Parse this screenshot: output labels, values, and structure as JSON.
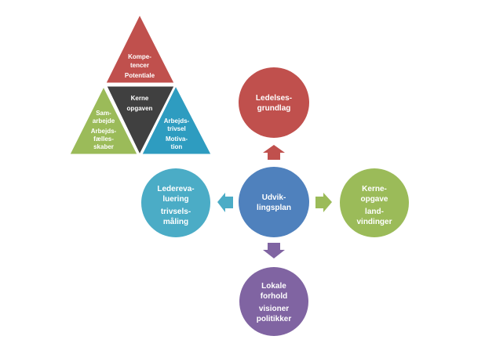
{
  "colors": {
    "red": "#c0504d",
    "dark": "#404040",
    "green": "#9bbb59",
    "blue": "#2e9cc0",
    "center_blue": "#4f81bd",
    "teal": "#4bacc6",
    "purple": "#8064a2",
    "text": "#ffffff"
  },
  "pyramid": {
    "top": {
      "lines": [
        "Kompe-",
        "tencer",
        "Potentiale"
      ]
    },
    "center": {
      "lines": [
        "Kerne",
        "opgaven"
      ]
    },
    "left": {
      "lines": [
        "Sam-",
        "arbejde",
        "Arbejds-",
        "fælles-",
        "skaber"
      ]
    },
    "right": {
      "lines": [
        "Arbejds-",
        "trivsel",
        "Motiva-",
        "tion"
      ]
    }
  },
  "cycle": {
    "center": {
      "lines": [
        "Udvik-",
        "lingsplan"
      ]
    },
    "top": {
      "lines": [
        "Ledelses-",
        "grundlag"
      ]
    },
    "left": {
      "lines": [
        "Ledereva-",
        "luering",
        "trivsels-",
        "måling"
      ]
    },
    "right": {
      "lines": [
        "Kerne-",
        "opgave",
        "land-",
        "vindinger"
      ]
    },
    "bottom": {
      "lines": [
        "Lokale",
        "forhold",
        "visioner",
        "politikker"
      ]
    }
  }
}
